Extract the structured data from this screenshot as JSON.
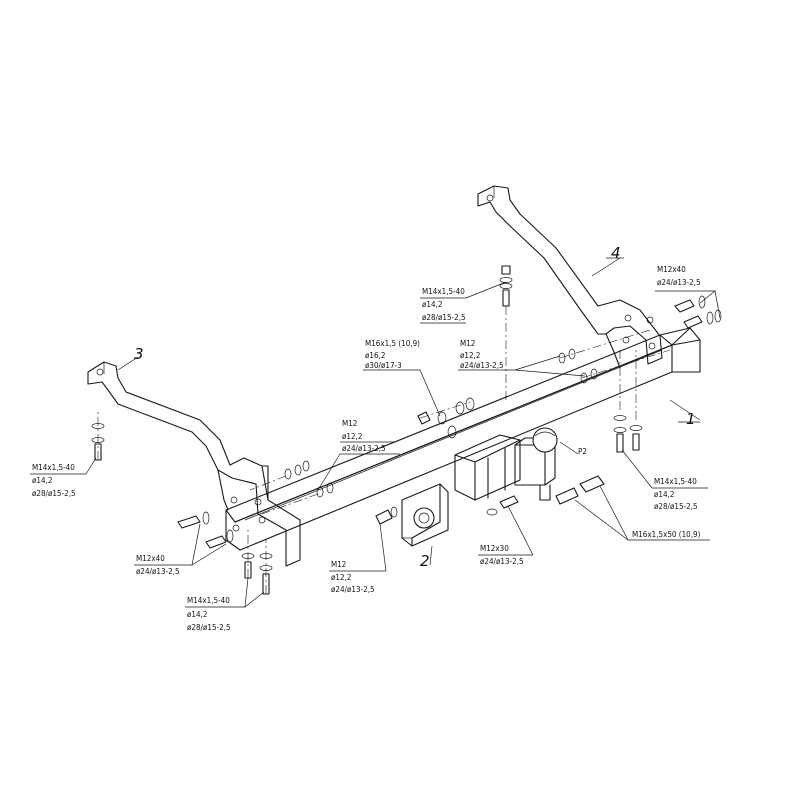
{
  "part_numbers": {
    "crossbar": "1",
    "socket_plate": "2",
    "left_bracket": "3",
    "right_bracket": "4"
  },
  "ball_mark": "P2",
  "callouts": {
    "top_bolt": [
      "M14x1,5-40",
      "ø14,2",
      "ø28/ø15-2,5"
    ],
    "center_bolt": [
      "M16x1,5 (10,9)",
      "ø16,2",
      "ø30/ø17-3"
    ],
    "right_nut": [
      "M12",
      "ø12,2",
      "ø24/ø13-2,5"
    ],
    "right_top_bolt": [
      "M12x40",
      "ø24/ø13-2,5"
    ],
    "left_top_nut": [
      "M12",
      "ø12,2",
      "ø24/ø13-2,5"
    ],
    "left_outer_bolt": [
      "M14x1,5-40",
      "ø14,2",
      "ø28/ø15-2,5"
    ],
    "left_lower_bolt": [
      "M12x40",
      "ø24/ø13-2,5"
    ],
    "bottom_left_bolt": [
      "M14x1,5-40",
      "ø14,2",
      "ø28/ø15-2,5"
    ],
    "bottom_nut": [
      "M12",
      "ø12,2",
      "ø24/ø13-2,5"
    ],
    "ball_bolt": [
      "M12x30",
      "ø24/ø13-2,5"
    ],
    "right_lower_bolt": [
      "M14x1,5-40",
      "ø14,2",
      "ø28/ø15-2,5"
    ],
    "long_bolt": [
      "M16x1,5x50 (10,9)"
    ]
  }
}
